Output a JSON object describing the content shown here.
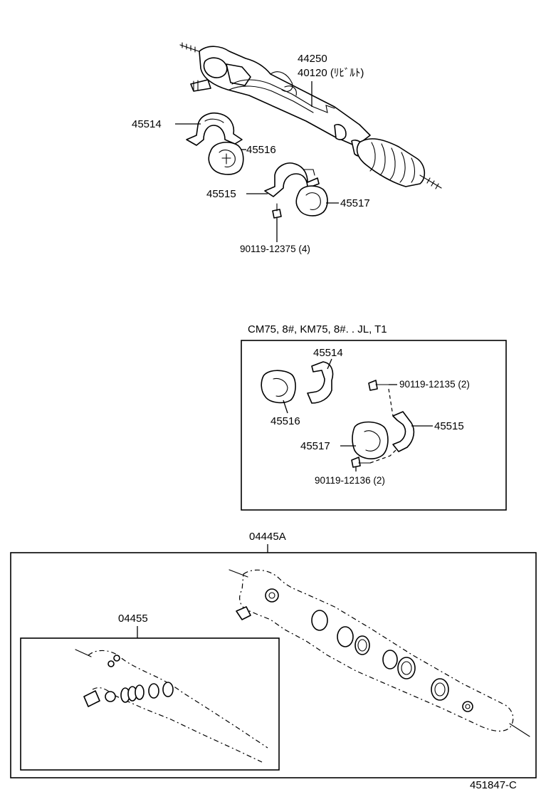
{
  "main_assembly": {
    "part_number": "44250",
    "rebuilt_part": "40120 (ﾘﾋﾞﾙﾄ)"
  },
  "bracket_parts": {
    "bracket_left": "45514",
    "bushing_left": "45516",
    "bracket_right": "45515",
    "bushing_right": "45517",
    "bolt": "90119-12375 (4)"
  },
  "variant": {
    "condition": "CM75, 8#, KM75, 8#. . JL, T1",
    "bracket_left": "45514",
    "bushing_left": "45516",
    "bracket_right": "45515",
    "bushing_right": "45517",
    "bolt_upper": "90119-12135 (2)",
    "bolt_lower": "90119-12136 (2)"
  },
  "kits": {
    "gasket_kit": "04445A",
    "seal_kit": "04455"
  },
  "illustration_id": "451847-C"
}
